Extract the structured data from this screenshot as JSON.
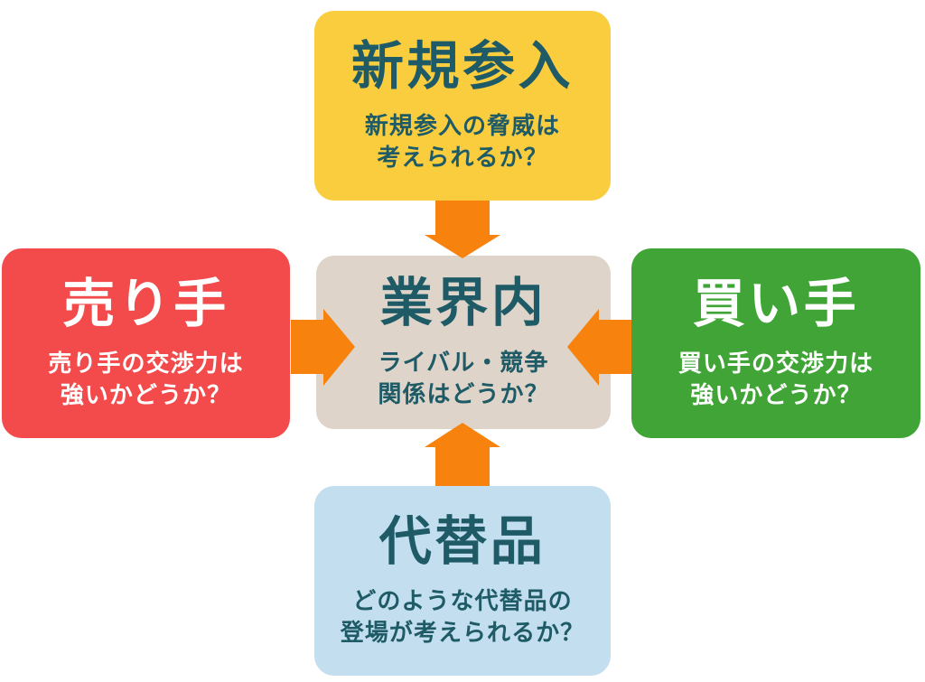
{
  "diagram": {
    "type": "five-forces",
    "background_color": "#FFFFFF",
    "arrow_color": "#F7820D",
    "nodes": {
      "new_entrants": {
        "title": "新規参入",
        "subtitle_lines": [
          "新規参入の脅威は",
          "考えられるか？"
        ],
        "bg_color": "#FACD3E",
        "text_color": "#1E5B66"
      },
      "suppliers": {
        "title": "売り手",
        "subtitle_lines": [
          "売り手の交渉力は",
          "強いかどうか？"
        ],
        "bg_color": "#F34B4B",
        "text_color": "#FFFFFF"
      },
      "industry_rivalry": {
        "title": "業界内",
        "subtitle_lines": [
          "ライバル・競争",
          "関係はどうか？"
        ],
        "bg_color": "#DFD4C9",
        "text_color": "#1E5B66"
      },
      "buyers": {
        "title": "買い手",
        "subtitle_lines": [
          "買い手の交渉力は",
          "強いかどうか？"
        ],
        "bg_color": "#41A437",
        "text_color": "#FFFFFF"
      },
      "substitutes": {
        "title": "代替品",
        "subtitle_lines": [
          "どのような代替品の",
          "登場が考えられるか？"
        ],
        "bg_color": "#C3DEEE",
        "text_color": "#1E5B66"
      }
    },
    "arrows": [
      {
        "from": "new_entrants",
        "to": "industry_rivalry",
        "direction": "down"
      },
      {
        "from": "suppliers",
        "to": "industry_rivalry",
        "direction": "right"
      },
      {
        "from": "buyers",
        "to": "industry_rivalry",
        "direction": "left"
      },
      {
        "from": "substitutes",
        "to": "industry_rivalry",
        "direction": "up"
      }
    ]
  }
}
